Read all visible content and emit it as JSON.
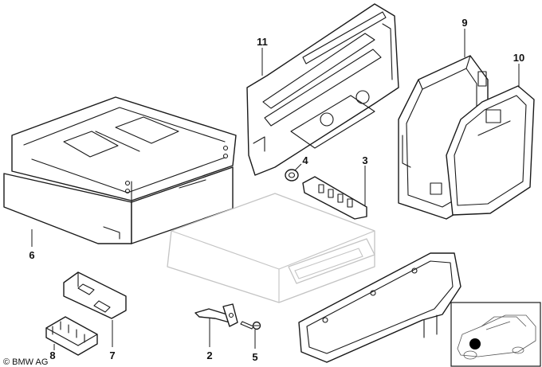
{
  "diagram": {
    "callouts": [
      {
        "id": "p1",
        "label": "11"
      },
      {
        "id": "p2",
        "label": "9"
      },
      {
        "id": "p3",
        "label": "10"
      },
      {
        "id": "p4",
        "label": "4"
      },
      {
        "id": "p5",
        "label": "3"
      },
      {
        "id": "p6",
        "label": "6"
      },
      {
        "id": "p7",
        "label": "8"
      },
      {
        "id": "p8",
        "label": "7"
      },
      {
        "id": "p9",
        "label": "2"
      },
      {
        "id": "p10",
        "label": "5"
      }
    ],
    "copyright": "© BMW AG"
  }
}
